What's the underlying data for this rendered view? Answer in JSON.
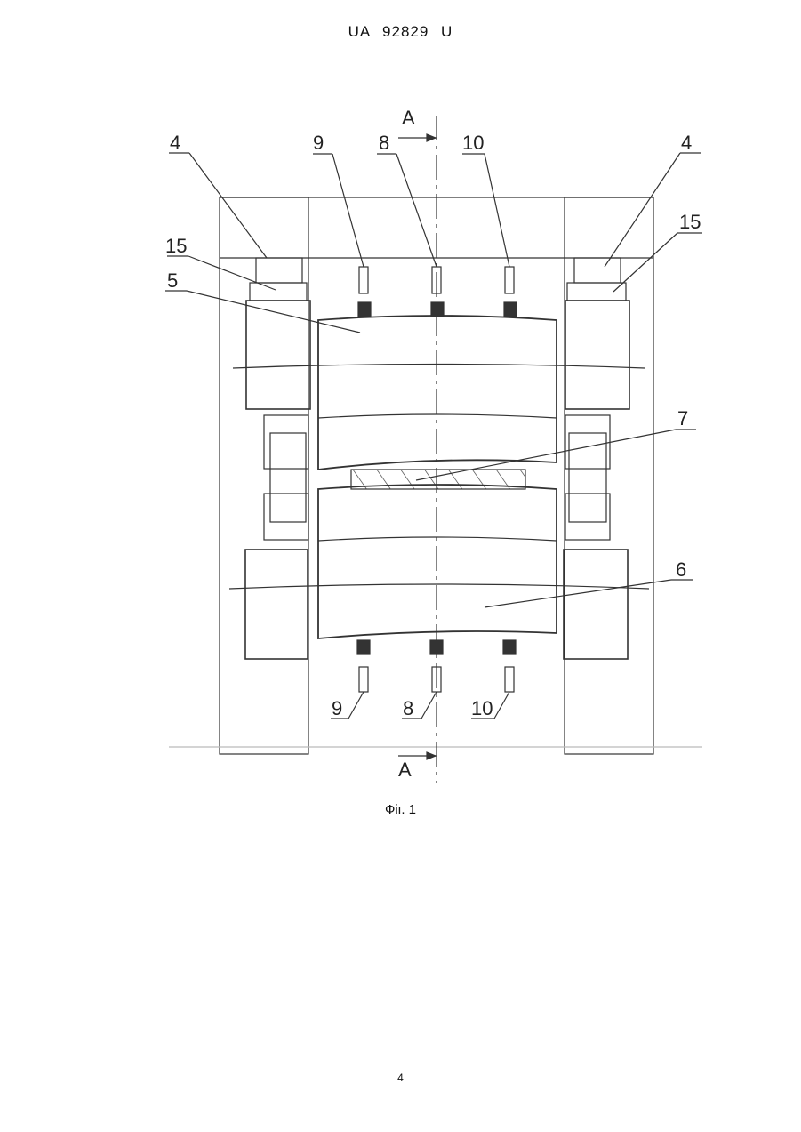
{
  "header": {
    "patent_number": "UA   92829   U"
  },
  "figure": {
    "caption": "Фіг. 1",
    "section_label_top": "A",
    "section_label_bottom": "A",
    "callouts": {
      "top_left_4": "4",
      "top_right_4": "4",
      "left_15": "15",
      "right_15": "15",
      "left_5": "5",
      "top_9": "9",
      "top_8": "8",
      "top_10": "10",
      "right_7": "7",
      "right_6": "6",
      "bottom_9": "9",
      "bottom_8": "8",
      "bottom_10": "10"
    }
  },
  "footer": {
    "page_number": "4"
  }
}
